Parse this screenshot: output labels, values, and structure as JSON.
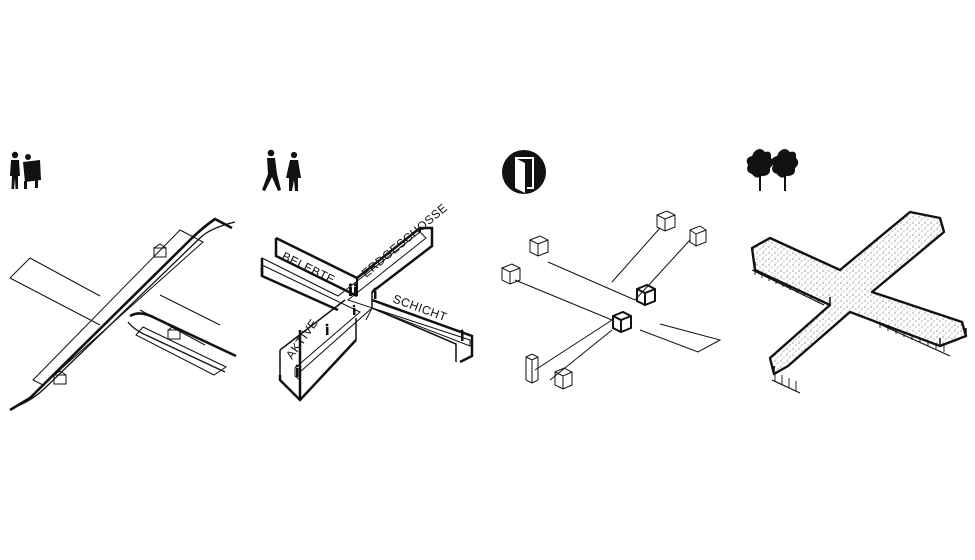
{
  "panels": [
    {
      "id": "panel-1",
      "icon": "pedestrian-with-luggage-icon",
      "content": "crossing-with-tram-tracks"
    },
    {
      "id": "panel-2",
      "icon": "walking-people-icon",
      "content": "walled-crossing-with-facade-labels"
    },
    {
      "id": "panel-3",
      "icon": "door-in-circle-icon",
      "content": "crossing-with-entrance-boxes"
    },
    {
      "id": "panel-4",
      "icon": "trees-icon",
      "content": "planted-crossing-with-colonnades"
    }
  ],
  "labels": {
    "belebte": "BELEBTE",
    "erdgeschosse": "ERDGESCHOSSE",
    "schicht": "SCHICHT",
    "aktive": "AKTIVE"
  },
  "colors": {
    "ink": "#111111",
    "background": "#ffffff"
  }
}
